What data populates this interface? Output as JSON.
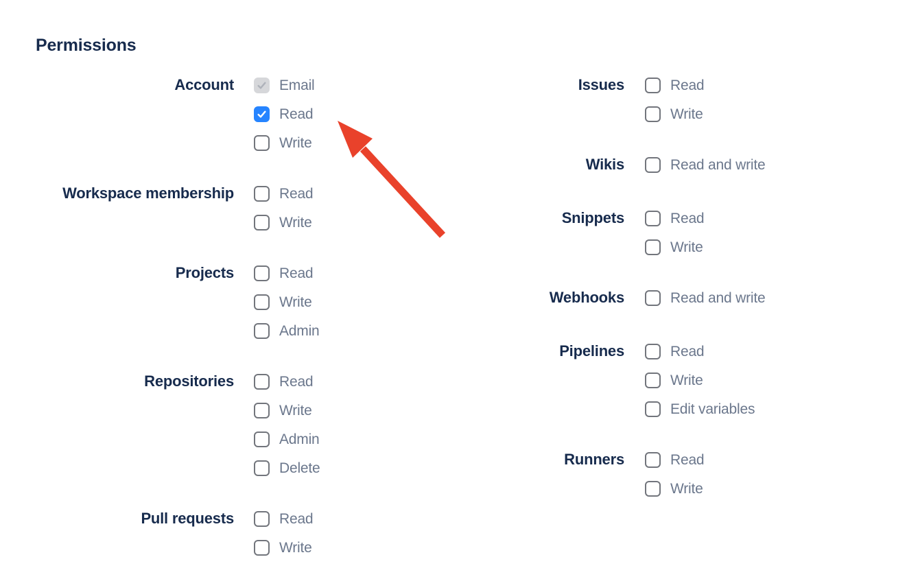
{
  "title": "Permissions",
  "colors": {
    "heading": "#172B4D",
    "group_label": "#172B4D",
    "item_label": "#6B778C",
    "checkbox_border": "#72757C",
    "checkbox_checked_bg": "#2684FF",
    "checkbox_check": "#FFFFFF",
    "checkbox_disabled_bg": "#D6D7DA",
    "checkbox_disabled_check": "#AEB2BA",
    "arrow": "#E9422B"
  },
  "permissions": {
    "columns": [
      {
        "groups": [
          {
            "label": "Account",
            "items": [
              {
                "label": "Email",
                "checked": true,
                "disabled": true
              },
              {
                "label": "Read",
                "checked": true,
                "disabled": false
              },
              {
                "label": "Write",
                "checked": false,
                "disabled": false
              }
            ]
          },
          {
            "label": "Workspace membership",
            "items": [
              {
                "label": "Read",
                "checked": false,
                "disabled": false
              },
              {
                "label": "Write",
                "checked": false,
                "disabled": false
              }
            ]
          },
          {
            "label": "Projects",
            "items": [
              {
                "label": "Read",
                "checked": false,
                "disabled": false
              },
              {
                "label": "Write",
                "checked": false,
                "disabled": false
              },
              {
                "label": "Admin",
                "checked": false,
                "disabled": false
              }
            ]
          },
          {
            "label": "Repositories",
            "items": [
              {
                "label": "Read",
                "checked": false,
                "disabled": false
              },
              {
                "label": "Write",
                "checked": false,
                "disabled": false
              },
              {
                "label": "Admin",
                "checked": false,
                "disabled": false
              },
              {
                "label": "Delete",
                "checked": false,
                "disabled": false
              }
            ]
          },
          {
            "label": "Pull requests",
            "items": [
              {
                "label": "Read",
                "checked": false,
                "disabled": false
              },
              {
                "label": "Write",
                "checked": false,
                "disabled": false
              }
            ]
          }
        ]
      },
      {
        "groups": [
          {
            "label": "Issues",
            "items": [
              {
                "label": "Read",
                "checked": false,
                "disabled": false
              },
              {
                "label": "Write",
                "checked": false,
                "disabled": false
              }
            ]
          },
          {
            "label": "Wikis",
            "items": [
              {
                "label": "Read and write",
                "checked": false,
                "disabled": false
              }
            ]
          },
          {
            "label": "Snippets",
            "items": [
              {
                "label": "Read",
                "checked": false,
                "disabled": false
              },
              {
                "label": "Write",
                "checked": false,
                "disabled": false
              }
            ]
          },
          {
            "label": "Webhooks",
            "items": [
              {
                "label": "Read and write",
                "checked": false,
                "disabled": false
              }
            ]
          },
          {
            "label": "Pipelines",
            "items": [
              {
                "label": "Read",
                "checked": false,
                "disabled": false
              },
              {
                "label": "Write",
                "checked": false,
                "disabled": false
              },
              {
                "label": "Edit variables",
                "checked": false,
                "disabled": false
              }
            ]
          },
          {
            "label": "Runners",
            "items": [
              {
                "label": "Read",
                "checked": false,
                "disabled": false
              },
              {
                "label": "Write",
                "checked": false,
                "disabled": false
              }
            ]
          }
        ]
      }
    ]
  },
  "annotation": {
    "icon": "red-arrow",
    "color": "#E9422B",
    "points_to": "account-read-checkbox"
  }
}
